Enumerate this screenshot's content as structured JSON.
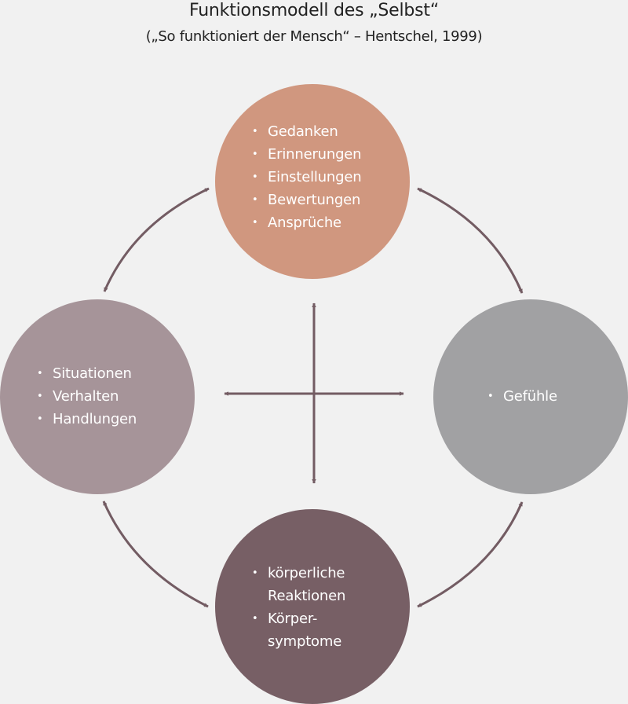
{
  "header": {
    "title": "Funktionsmodell des „Selbst“",
    "subtitle": "(„So funktioniert der Mensch“ – Hentschel, 1999)"
  },
  "colors": {
    "background": "#f1f1f1",
    "arrow": "#735c63",
    "text_on_circle": "#ffffff"
  },
  "nodes": {
    "thoughts": {
      "color": "#d0977f",
      "items": [
        {
          "lines": [
            "Gedanken"
          ]
        },
        {
          "lines": [
            "Erinnerungen"
          ]
        },
        {
          "lines": [
            "Einstellungen"
          ]
        },
        {
          "lines": [
            "Bewertungen"
          ]
        },
        {
          "lines": [
            "Ansprüche"
          ]
        }
      ]
    },
    "behavior": {
      "color": "#a69499",
      "items": [
        {
          "lines": [
            "Situationen"
          ]
        },
        {
          "lines": [
            "Verhalten"
          ]
        },
        {
          "lines": [
            "Handlungen"
          ]
        }
      ]
    },
    "feelings": {
      "color": "#a1a1a3",
      "items": [
        {
          "lines": [
            "Gefühle"
          ]
        }
      ]
    },
    "body": {
      "color": "#775f65",
      "items": [
        {
          "lines": [
            "körperliche",
            "Reaktionen"
          ]
        },
        {
          "lines": [
            "Körper-",
            "symptome"
          ]
        }
      ]
    }
  },
  "connections": [
    {
      "from": "thoughts",
      "to": "behavior",
      "bidirectional": true
    },
    {
      "from": "thoughts",
      "to": "feelings",
      "bidirectional": true
    },
    {
      "from": "behavior",
      "to": "body",
      "bidirectional": true
    },
    {
      "from": "feelings",
      "to": "body",
      "bidirectional": true
    },
    {
      "from": "thoughts",
      "to": "body",
      "bidirectional": true
    },
    {
      "from": "behavior",
      "to": "feelings",
      "bidirectional": true
    }
  ]
}
